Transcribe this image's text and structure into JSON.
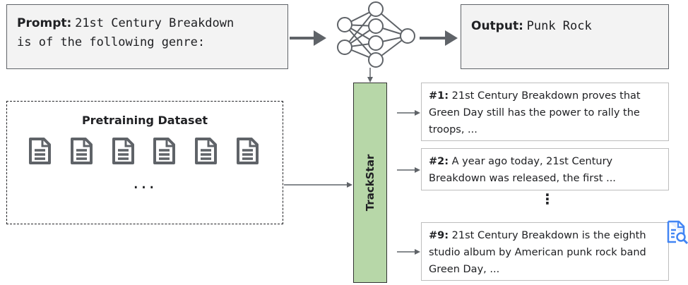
{
  "prompt": {
    "label": "Prompt:",
    "text_line1": "21st Century Breakdown",
    "text_line2": "is of the following genre:"
  },
  "output": {
    "label": "Output:",
    "text": "Punk Rock"
  },
  "dataset": {
    "title": "Pretraining Dataset",
    "ellipsis": "...",
    "doc_icons": [
      "document-icon",
      "document-icon",
      "document-icon",
      "document-icon",
      "document-icon",
      "document-icon"
    ]
  },
  "trackstar": {
    "label": "TrackStar"
  },
  "results": [
    {
      "rank": "#1:",
      "text": "21st Century Breakdown proves that Green Day still has the power to rally the troops, ..."
    },
    {
      "rank": "#2:",
      "text": "A year ago today, 21st Century Breakdown was released, the first ..."
    },
    {
      "rank": "#9:",
      "text": "21st Century Breakdown is the eighth studio album by American punk rock band Green Day, ..."
    }
  ],
  "vertical_ellipsis": "⋮",
  "icons": {
    "network": "neural-network-icon",
    "corner": "search-document-icon"
  },
  "colors": {
    "trackstar_fill": "#b7d7a8",
    "box_fill": "#f3f3f3",
    "arrow": "#5f6368",
    "icon": "#5f6368",
    "corner_icon": "#4285f4"
  }
}
